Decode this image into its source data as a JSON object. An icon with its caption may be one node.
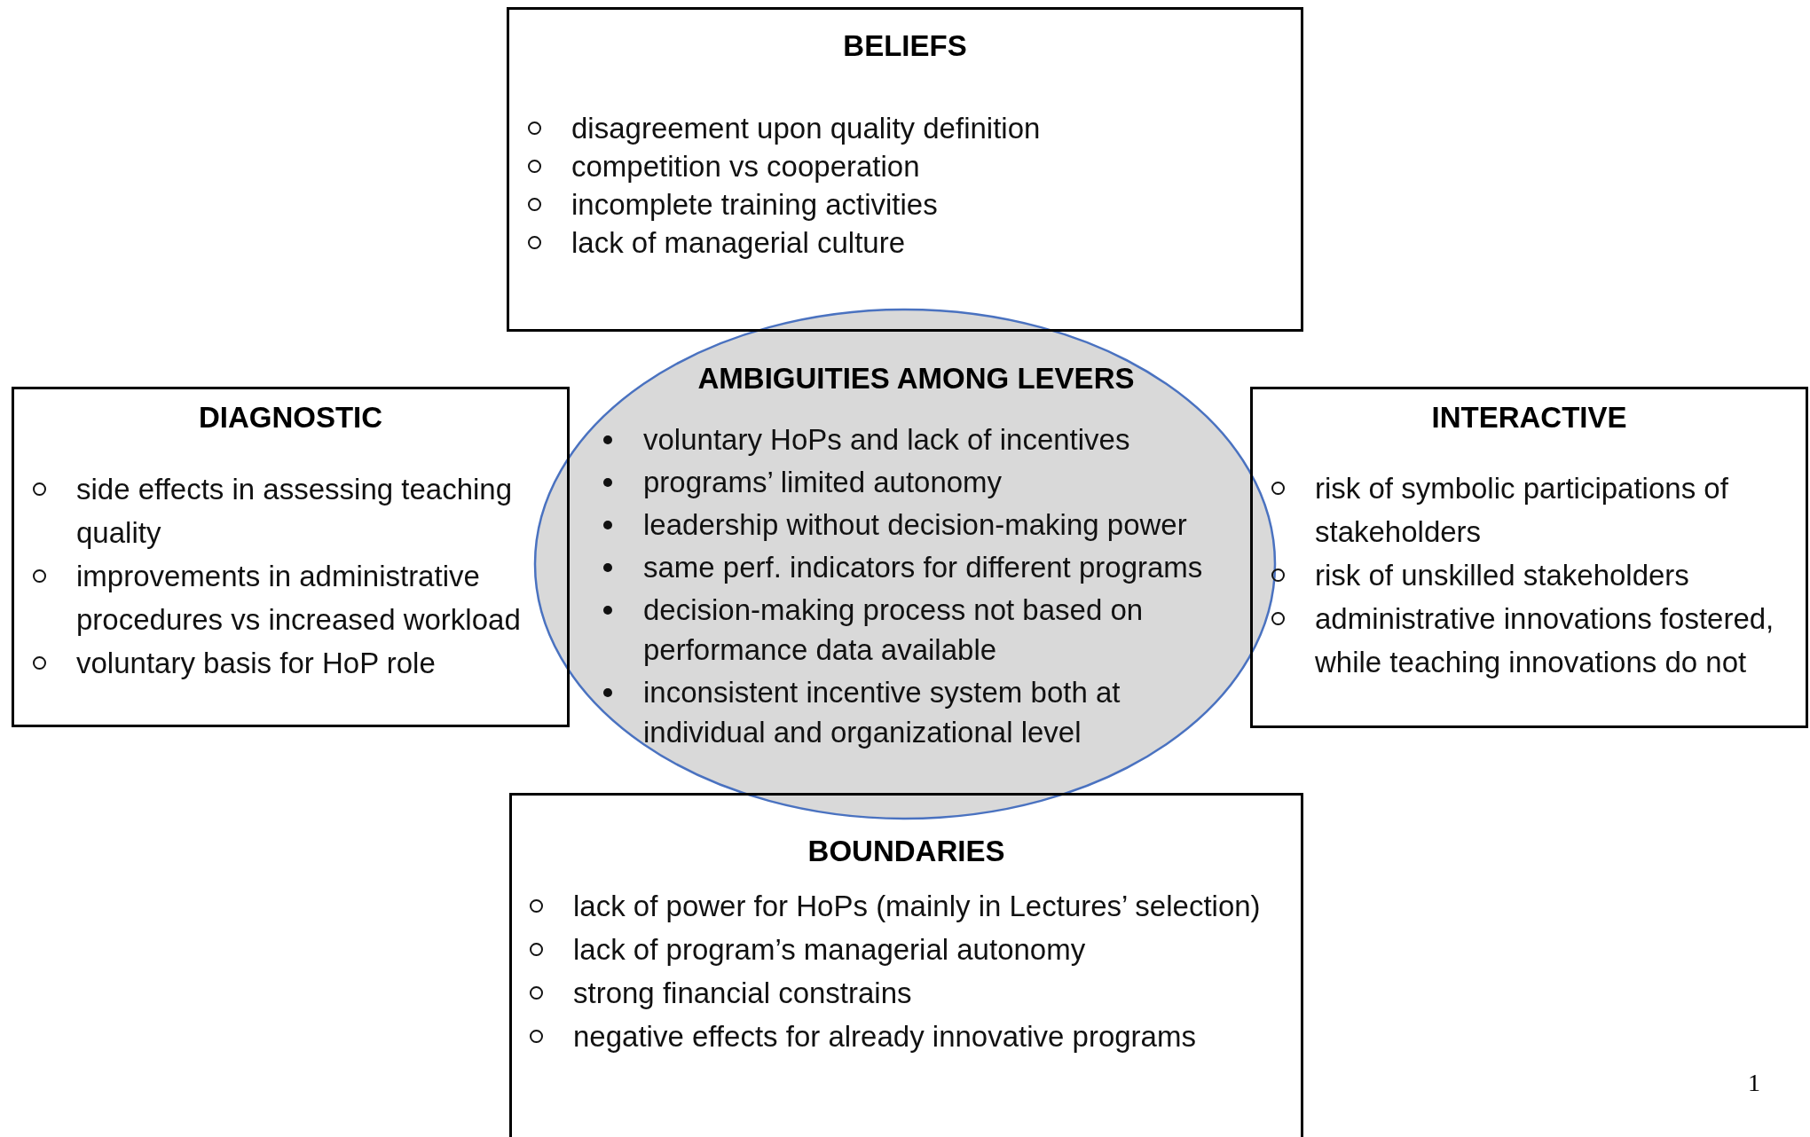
{
  "diagram": {
    "nodes": [
      {
        "text": [
          "BELIEFS",
          "disagreement upon quality definition",
          "competition vs cooperation",
          "incomplete training activities",
          "lack of managerial culture"
        ]
      },
      {
        "text": [
          "DIAGNOSTIC",
          "side effects in assessing teaching quality",
          "improvements in administrative procedures vs increased workload",
          "voluntary basis for HoP role"
        ]
      },
      {
        "text": [
          "AMBIGUITIES AMONG LEVERS",
          "voluntary HoPs and lack of incentives",
          "programs’ limited autonomy",
          "leadership without decision-making power",
          "same perf. indicators for different programs",
          "decision-making process not based on performance data available",
          "inconsistent incentive system both at individual and organizational level"
        ]
      },
      {
        "text": [
          "INTERACTIVE",
          "risk of symbolic participations of stakeholders",
          "risk of unskilled stakeholders",
          "administrative innovations fostered, while teaching innovations do not"
        ]
      },
      {
        "text": [
          "BOUNDARIES",
          "lack of power for HoPs (mainly in Lectures’ selection)",
          "lack of program’s managerial autonomy",
          "strong financial constrains",
          "negative effects for already innovative programs"
        ]
      }
    ],
    "labels": [
      "1"
    ]
  }
}
